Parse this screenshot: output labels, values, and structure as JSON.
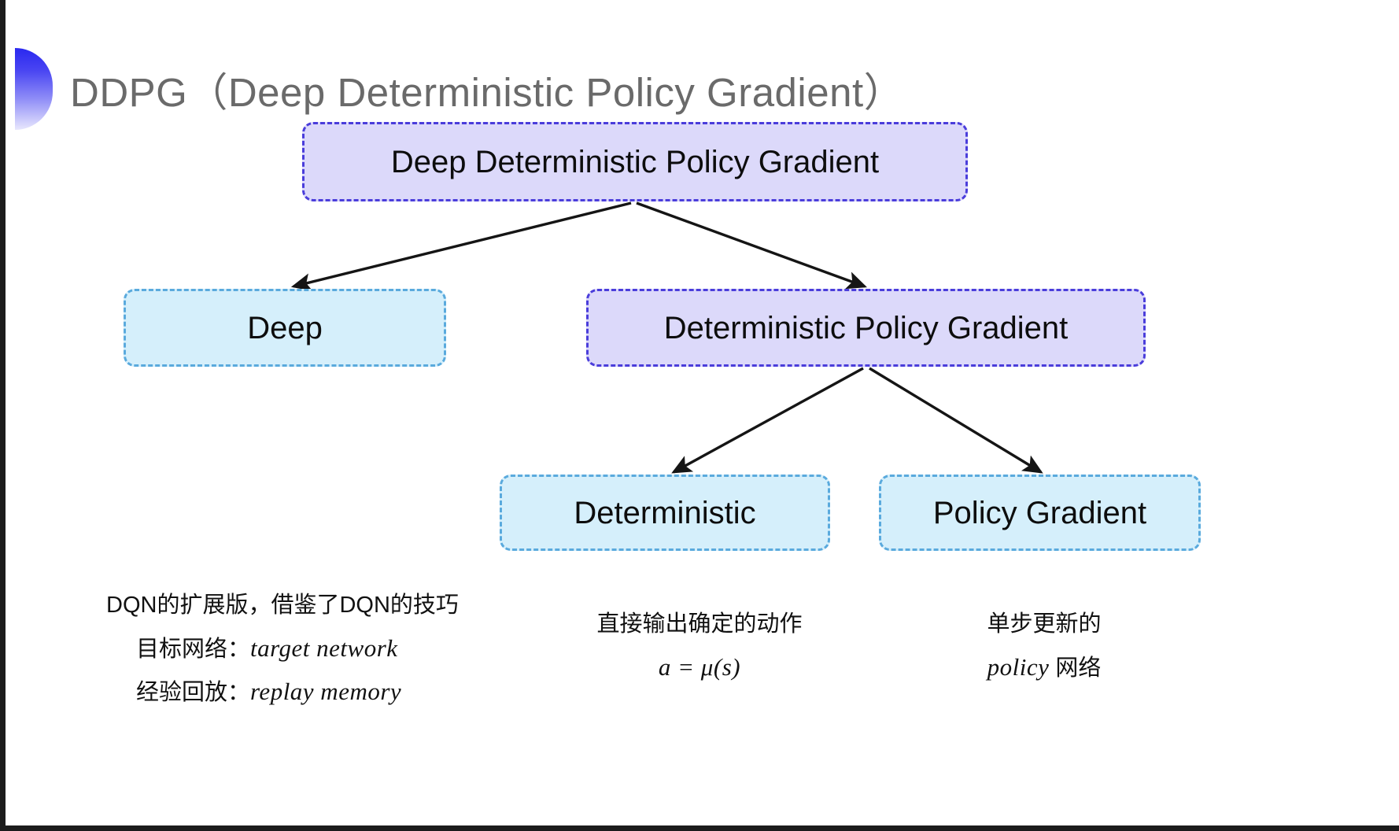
{
  "slide": {
    "title": "DDPG（Deep Deterministic Policy Gradient）",
    "accent_gradient_from": "#2a28f0",
    "accent_gradient_to": "#e8e7fd",
    "background": "#ffffff"
  },
  "colors": {
    "purple_fill": "#dcd9fa",
    "purple_border": "#4a3ddb",
    "blue_fill": "#d5effb",
    "blue_border": "#5aaadd",
    "arrow": "#151515",
    "title_text": "#6a6a6a",
    "body_text": "#111111"
  },
  "diagram": {
    "nodes": [
      {
        "id": "root",
        "label": "Deep Deterministic Policy Gradient",
        "style": "purple"
      },
      {
        "id": "deep",
        "label": "Deep",
        "style": "blue"
      },
      {
        "id": "dpg",
        "label": "Deterministic Policy Gradient",
        "style": "purple"
      },
      {
        "id": "deterministic",
        "label": "Deterministic",
        "style": "blue"
      },
      {
        "id": "policy_gradient",
        "label": "Policy Gradient",
        "style": "blue"
      }
    ],
    "edges": [
      {
        "from": "root",
        "to": "deep"
      },
      {
        "from": "root",
        "to": "dpg"
      },
      {
        "from": "dpg",
        "to": "deterministic"
      },
      {
        "from": "dpg",
        "to": "policy_gradient"
      }
    ]
  },
  "annotations": {
    "deep": {
      "line1": "DQN的扩展版，借鉴了DQN的技巧",
      "line2_label": "目标网络：",
      "line2_term": "target network",
      "line3_label": "经验回放：",
      "line3_term": "replay memory"
    },
    "deterministic": {
      "line1": "直接输出确定的动作",
      "formula": "a = μ(s)"
    },
    "policy_gradient": {
      "line1": "单步更新的",
      "line2_term": "policy",
      "line2_suffix": " 网络"
    }
  }
}
